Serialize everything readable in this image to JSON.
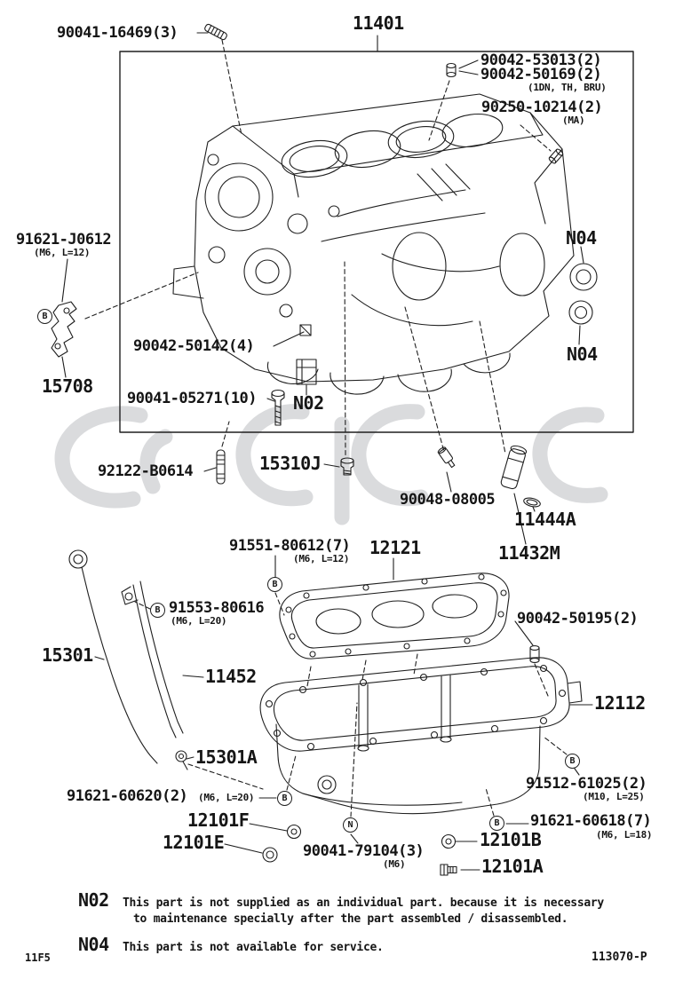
{
  "labels": {
    "top_stud": "90041-16469(3)",
    "main": "11401",
    "plug_a": "90042-53013(2)",
    "plug_b": "90042-50169(2)",
    "plug_b_sub": "(1DN, TH, BRU)",
    "plug_c": "90250-10214(2)",
    "plug_c_sub": "(MA)",
    "nozzle_bolt": "91621-J0612",
    "nozzle_bolt_sub": "(M6, L=12)",
    "n04_upper": "N04",
    "n04_lower": "N04",
    "plug_d": "90042-50142(4)",
    "nozzle": "15708",
    "bolt_main": "90041-05271(10)",
    "n02_tag": "N02",
    "stud_b": "92122-B0614",
    "plug_e": "15310J",
    "switch": "90048-08005",
    "oring": "11444A",
    "cooler": "11432M",
    "bolt_c": "91551-80612(7)",
    "bolt_c_sub": "(M6, L=12)",
    "gasket": "12121",
    "bolt_d": "91553-80616",
    "bolt_d_sub": "(M6, L=20)",
    "dipstick": "15301",
    "guide_tube": "11452",
    "plug_f": "90042-50195(2)",
    "oil_pan": "12112",
    "grommet": "15301A",
    "bolt_e": "91621-60620(2)",
    "bolt_e_sub": "(M6, L=20)",
    "bolt_f": "91512-61025(2)",
    "bolt_f_sub": "(M10, L=25)",
    "washer_f": "12101F",
    "plug_g": "12101E",
    "bolt_g": "90041-79104(3)",
    "bolt_g_sub": "(M6)",
    "washer_b": "12101B",
    "bolt_h": "91621-60618(7)",
    "bolt_h_sub": "(M6, L=18)",
    "drain_plug": "12101A"
  },
  "callouts": {
    "b": "B",
    "n": "N"
  },
  "notes": {
    "n02_code": "N02",
    "n02_line1": "This part is not supplied as an individual part. because it is necessary",
    "n02_line2": "to maintenance specially after the part assembled / disassembled.",
    "n04_code": "N04",
    "n04_text": "This part is not available for service."
  },
  "footer": {
    "left": "11F5",
    "right": "113070-P"
  }
}
